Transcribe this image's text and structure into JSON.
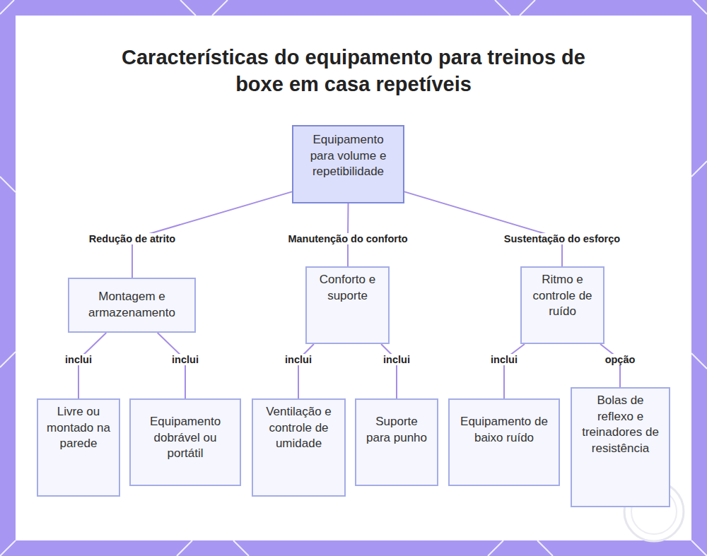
{
  "diagram": {
    "title": "Características do equipamento para treinos de boxe em casa repetíveis",
    "nodes": [
      {
        "text": [
          "Equipamento para volume e repetibilidade"
        ]
      },
      {
        "text": [
          "Montagem e armazenamento"
        ]
      },
      {
        "text": [
          "Conforto e suporte"
        ]
      },
      {
        "text": [
          "Ritmo e controle de ruído"
        ]
      },
      {
        "text": [
          "Livre ou montado na parede"
        ]
      },
      {
        "text": [
          "Equipamento dobrável ou portátil"
        ]
      },
      {
        "text": [
          "Ventilação e controle de umidade"
        ]
      },
      {
        "text": [
          "Suporte para punho"
        ]
      },
      {
        "text": [
          "Equipamento de baixo ruído"
        ]
      },
      {
        "text": [
          "Bolas de reflexo e treinadores de resistência"
        ]
      }
    ],
    "edges": [
      {
        "from": 0,
        "to": 1,
        "label": "Redução de atrito",
        "arrow": "none"
      },
      {
        "from": 0,
        "to": 2,
        "label": "Manutenção do conforto",
        "arrow": "none"
      },
      {
        "from": 0,
        "to": 3,
        "label": "Sustentação do esforço",
        "arrow": "none"
      },
      {
        "from": 1,
        "to": 4,
        "label": "inclui",
        "arrow": "none"
      },
      {
        "from": 1,
        "to": 5,
        "label": "inclui",
        "arrow": "none"
      },
      {
        "from": 2,
        "to": 6,
        "label": "inclui",
        "arrow": "none"
      },
      {
        "from": 2,
        "to": 7,
        "label": "inclui",
        "arrow": "none"
      },
      {
        "from": 3,
        "to": 8,
        "label": "inclui",
        "arrow": "none"
      },
      {
        "from": 3,
        "to": 9,
        "label": "opção",
        "arrow": "none"
      }
    ]
  }
}
